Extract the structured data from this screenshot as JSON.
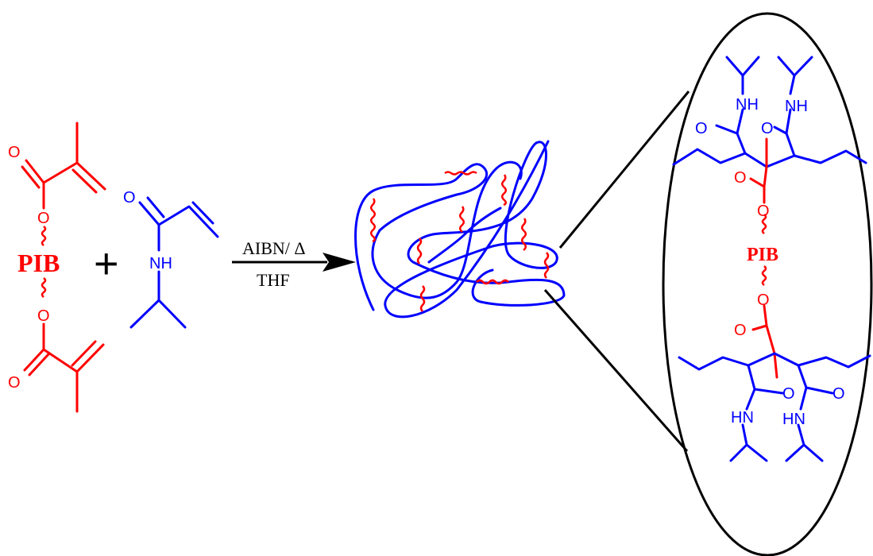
{
  "labels": {
    "crosslinker_macromer": "PIB",
    "crosslinker_zoom": "PIB",
    "plus_sign": "+",
    "condition_top": "AIBN/ Δ",
    "condition_bottom": "THF",
    "oxygen": "O",
    "nh": "NH",
    "hn": "HN"
  },
  "colors": {
    "crosslinker": "#ff0000",
    "monomer": "#0000ff",
    "arrow": "#000000"
  }
}
